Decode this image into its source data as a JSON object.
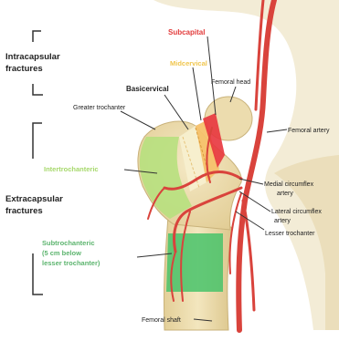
{
  "labels": {
    "intracapsular_1": "Intracapsular",
    "intracapsular_2": "fractures",
    "extracapsular_1": "Extracapsular",
    "extracapsular_2": "fractures",
    "subcapital": "Subcapital",
    "midcervical": "Midcervical",
    "basicervical": "Basicervical",
    "femoral_head": "Femoral head",
    "greater_trochanter": "Greater trochanter",
    "femoral_artery": "Femoral artery",
    "intertrochanteric": "Intertrochanteric",
    "medial_circumflex_1": "Medial circumflex",
    "medial_circumflex_2": "artery",
    "lateral_circumflex_1": "Lateral circumflex",
    "lateral_circumflex_2": "artery",
    "lesser_trochanter": "Lesser trochanter",
    "subtrochanteric_1": "Subtrochanteric",
    "subtrochanteric_2": "(5 cm below",
    "subtrochanteric_3": "lesser trochanter)",
    "femoral_shaft": "Femoral shaft"
  },
  "colors": {
    "background": "#ffffff",
    "bone": "#ecdcae",
    "bone_shadow": "#d6c186",
    "artery": "#d9433c",
    "subcapital_zone": "#e8353d",
    "midcervical_zone": "#f5c16c",
    "basicervical_zone": "#f7efcf",
    "intertrochanteric_zone": "#b7e07e",
    "subtrochanteric_zone": "#48c36a",
    "subcapital_text": "#e23b3b",
    "midcervical_text": "#f0c64e",
    "intertrochanteric_text": "#a6d86b",
    "subtrochanteric_text": "#5cb46e",
    "dark_text": "#222222",
    "bracket": "#333333"
  }
}
